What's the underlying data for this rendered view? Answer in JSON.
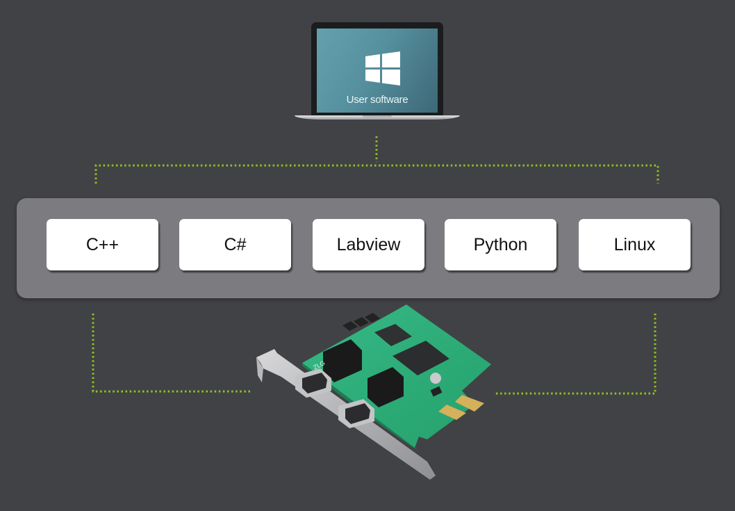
{
  "diagram": {
    "top_node": {
      "device": "laptop",
      "os_icon": "windows-logo-icon",
      "label": "User software"
    },
    "middle_layer": {
      "items": [
        {
          "label": "C++"
        },
        {
          "label": "C#"
        },
        {
          "label": "Labview"
        },
        {
          "label": "Python"
        },
        {
          "label": "Linux"
        }
      ]
    },
    "bottom_node": {
      "device": "pcie-dual-serial-interface-card",
      "board_marking": "ZLG",
      "ports": 2
    },
    "colors": {
      "background": "#414246",
      "panel": "#7c7c80",
      "connector": "#8fc31f",
      "box": "#ffffff",
      "screen": "#5a97a5",
      "pcb": "#2fae7a"
    }
  }
}
